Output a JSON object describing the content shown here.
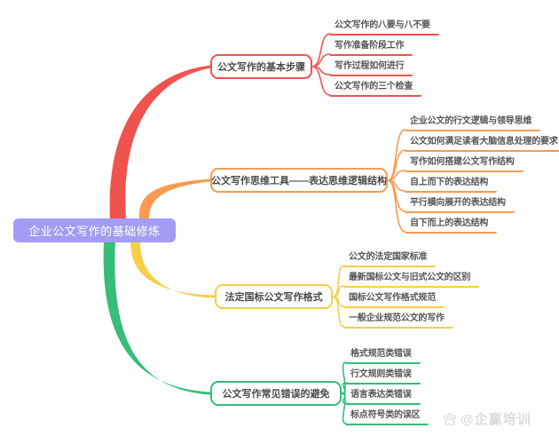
{
  "central": {
    "label": "企业公文写作的基础修炼",
    "bg_color": "#a59bf2",
    "text_color": "#ffffff"
  },
  "branches": [
    {
      "label": "公文写作的基本步骤",
      "color": "#f0534e",
      "children": [
        "公文写作的八要与八不要",
        "写作准备阶段工作",
        "写作过程如何进行",
        "公文写作的三个检查"
      ]
    },
    {
      "label": "公文写作思维工具——表达思维逻辑结构",
      "color": "#f89b50",
      "children": [
        "企业公文的行文逻辑与领导思维",
        "公文如何满足读者大脑信息处理的要求",
        "写作如何搭建公文写作结构",
        "自上而下的表达结构",
        "平行横向展开的表达结构",
        "自下而上的表达结构"
      ]
    },
    {
      "label": "法定国标公文写作格式",
      "color": "#f7ce46",
      "children": [
        "公文的法定国家标准",
        "最新国标公文与旧式公文的区别",
        "国标公文写作格式规范",
        "一般企业规范公文的写作"
      ]
    },
    {
      "label": "公文写作常见错误的避免",
      "color": "#35bd79",
      "children": [
        "格式规范类错误",
        "行文规则类错误",
        "语言表达类错误",
        "标点符号类的误区"
      ]
    }
  ],
  "watermark": {
    "text": "@企赢培训"
  }
}
